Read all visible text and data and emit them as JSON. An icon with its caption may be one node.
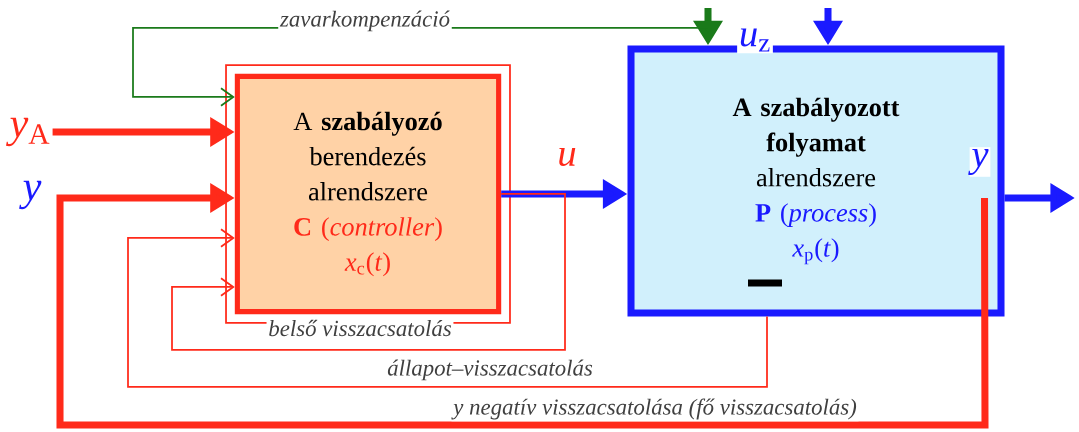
{
  "diagram": {
    "nodes": [
      {
        "text": [
          "A **szabályozó** berendezés alrendszere",
          "**C** (*controller*)",
          "*x*$_{c}$(*t*)"
        ]
      },
      {
        "text": [
          "**A szabályozott folyamat** alrendszere",
          "**P** (*process*)",
          "*x*$_{p}$(*t*)"
        ]
      },
      {
        "text": [
          "*y*$_{A}$"
        ]
      }
    ],
    "edges": [
      {
        "from": 2,
        "to": 0,
        "arrow": "to"
      },
      {
        "from": 0,
        "to": 1,
        "arrow": "to",
        "color": "#1a1aff",
        "label": "*u*"
      },
      {
        "from": 1,
        "to": null,
        "arrow": "to",
        "color": "#1a1aff",
        "label": "*y*"
      },
      {
        "from": null,
        "to": 1,
        "arrow": "to",
        "color": "#1a7a1a"
      },
      {
        "from": null,
        "to": 1,
        "arrow": "to",
        "color": "#1a1aff",
        "label": "*u*$_{z}$"
      },
      {
        "from": null,
        "to": 0,
        "arrow": "to",
        "color": "#1a7a1a",
        "label": "zavarkompenzáció"
      },
      {
        "from": 0,
        "to": 0,
        "arrow": "to",
        "label": "belső visszacsatolás"
      },
      {
        "from": 1,
        "to": 0,
        "arrow": "to",
        "label": "állapot–visszacsatolás"
      },
      {
        "from": 1,
        "to": 0,
        "arrow": "to",
        "label": "y negatív visszacsatolása (fő visszacsatolás)"
      }
    ],
    "labels": [
      "*y*"
    ]
  }
}
